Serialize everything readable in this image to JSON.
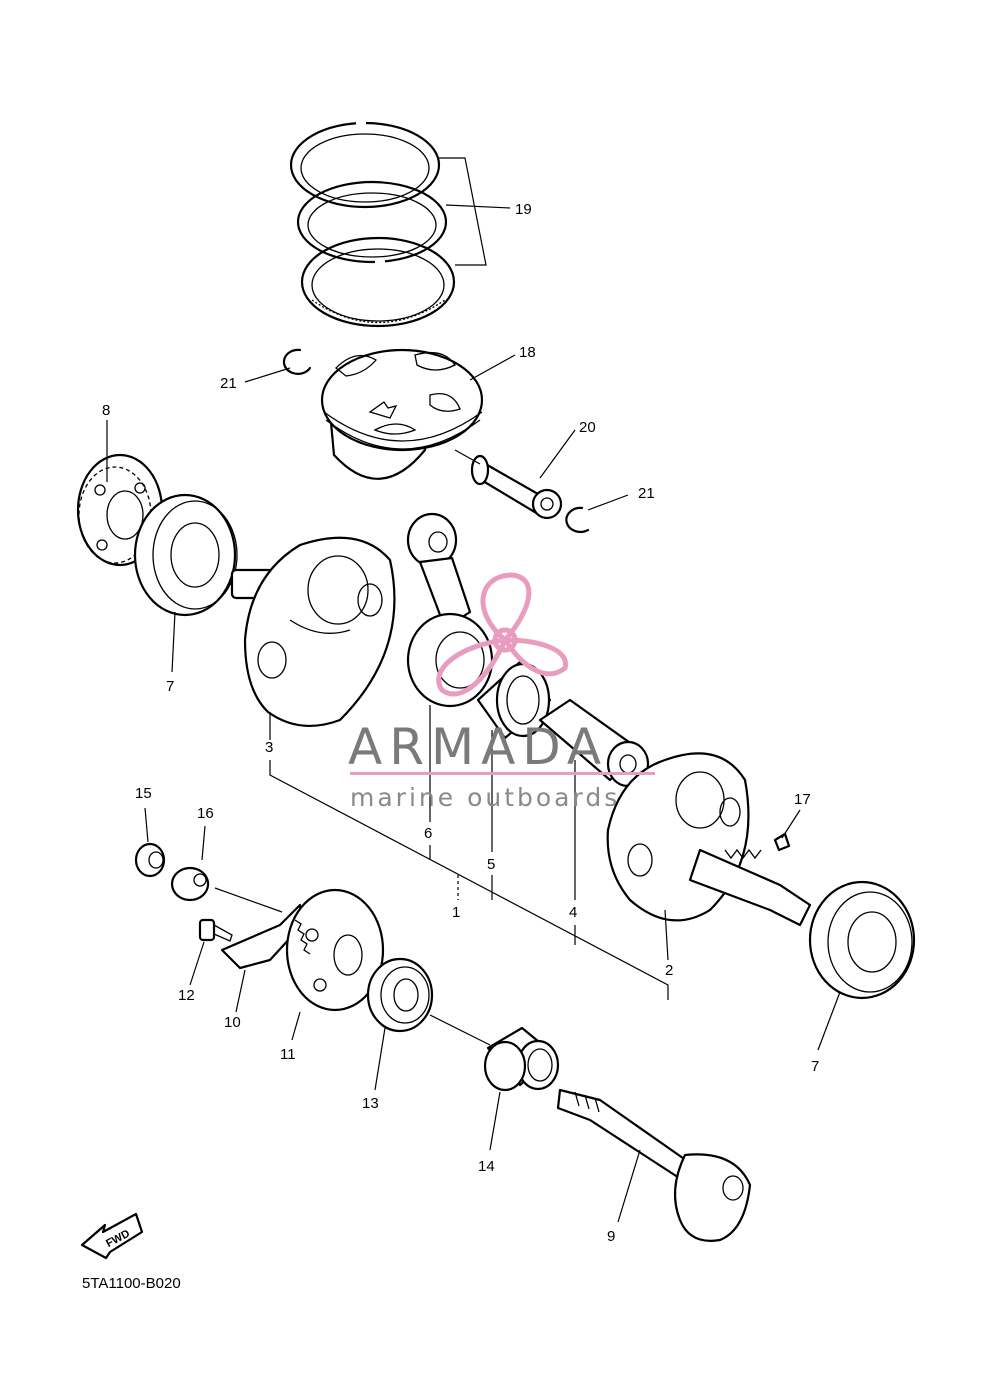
{
  "diagram": {
    "code": "5TA1100-B020",
    "fwd_label": "FWD",
    "part_labels": [
      "1",
      "2",
      "3",
      "4",
      "5",
      "6",
      "7",
      "7",
      "8",
      "9",
      "10",
      "11",
      "12",
      "13",
      "14",
      "15",
      "16",
      "17",
      "18",
      "19",
      "20",
      "21",
      "21"
    ]
  },
  "watermark": {
    "brand": "ARMADA",
    "tagline": "marine outboards",
    "accent_color": "#e89cc0"
  }
}
